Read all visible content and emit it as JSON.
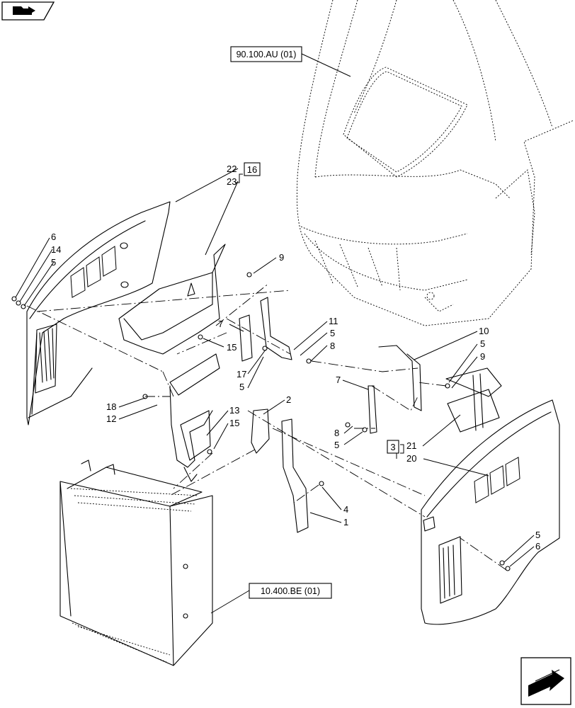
{
  "refs": {
    "hood": "90.100.AU (01)",
    "radiator": "10.400.BE (01)"
  },
  "callouts": {
    "n1": "1",
    "n2": "2",
    "n3": "3",
    "n4": "4",
    "n5a": "5",
    "n5b": "5",
    "n5c": "5",
    "n5d": "5",
    "n5e": "5",
    "n5f": "5",
    "n6a": "6",
    "n6b": "6",
    "n7a": "7",
    "n7b": "7",
    "n8a": "8",
    "n8b": "8",
    "n9a": "9",
    "n9b": "9",
    "n10": "10",
    "n11": "11",
    "n12": "12",
    "n13": "13",
    "n14": "14",
    "n15a": "15",
    "n15b": "15",
    "n16": "16",
    "n17": "17",
    "n18": "18",
    "n20": "20",
    "n21": "21",
    "n22": "22",
    "n23": "23"
  },
  "icons": {
    "top_left": "folder-arrow-icon",
    "bottom_right": "next-page-arrow-icon"
  }
}
